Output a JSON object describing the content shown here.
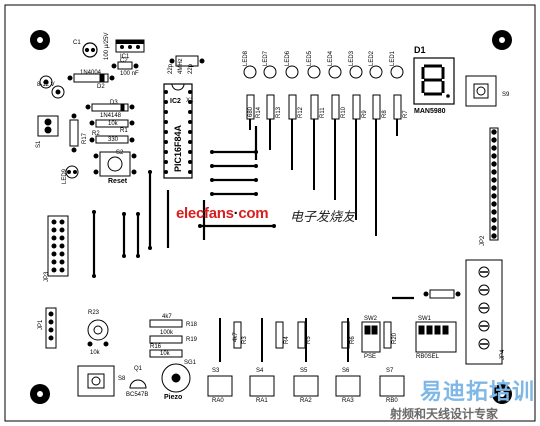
{
  "board": {
    "supply_label": "8-12 V",
    "components": {
      "c1": "C1",
      "c1_value": "100 µ/25V",
      "c2": "C2",
      "c2_value": "100 nF",
      "ic1": "IC1",
      "d2": "D2",
      "d2_value": "1N4004",
      "d3": "D3",
      "d3_value": "1N4148",
      "r1": "R1",
      "r1_value": "10k",
      "r2": "R2",
      "r2_value": "330",
      "s2": "S2",
      "reset": "Reset",
      "ic2": "IC2",
      "ic2_value": "PIC16F84A",
      "x1": "X1",
      "crystal": "4MHz",
      "c3": "22p",
      "c4": "22p",
      "s1": "S1",
      "led9": "LED9",
      "r17": "R17",
      "d1": "D1",
      "man": "MAN5980",
      "s9": "S9",
      "jp1": "JP1",
      "jp2": "JP2",
      "jp3": "JP3",
      "jp4": "JP4",
      "sw1": "SW1",
      "sw1_value": "RB0SEL",
      "sw2": "SW2",
      "sw2_value": "PSE",
      "r23": "R23",
      "r23_value": "10k",
      "r18": "R18",
      "r18_value": "4k7",
      "r19": "R19",
      "r19_value": "100k",
      "r16": "R16",
      "r16_value": "10k",
      "q1": "Q1",
      "q1_value": "BC547B",
      "s8": "S8",
      "sg1": "SG1",
      "piezo": "Piezo"
    },
    "leds": [
      "LED8",
      "LED7",
      "LED6",
      "LED5",
      "LED4",
      "LED3",
      "LED2",
      "LED1"
    ],
    "led_resistors": [
      "R14",
      "R13",
      "R12",
      "R11",
      "R10",
      "R9",
      "R8",
      "R7"
    ],
    "led_resistor_value": "680",
    "switches": [
      {
        "ref": "S3",
        "pin": "RA0",
        "res": "R3"
      },
      {
        "ref": "S4",
        "pin": "RA1",
        "res": "R4"
      },
      {
        "ref": "S5",
        "pin": "RA2",
        "res": "R5"
      },
      {
        "ref": "S6",
        "pin": "RA3",
        "res": "R6"
      },
      {
        "ref": "S7",
        "pin": "RB0",
        "res": "R20"
      }
    ],
    "switch_res_value": "4k7",
    "digit": "8"
  },
  "watermarks": {
    "site": "elecfans",
    "site_dot": "·",
    "site_tail": "com",
    "site_cn": "电子发烧友",
    "brand": "易迪拓培训",
    "brand_sub": "射频和天线设计专家"
  },
  "colors": {
    "traces": "#000000",
    "watermark_red": "#d81e1e",
    "watermark_blue": "#7fb7e6"
  }
}
